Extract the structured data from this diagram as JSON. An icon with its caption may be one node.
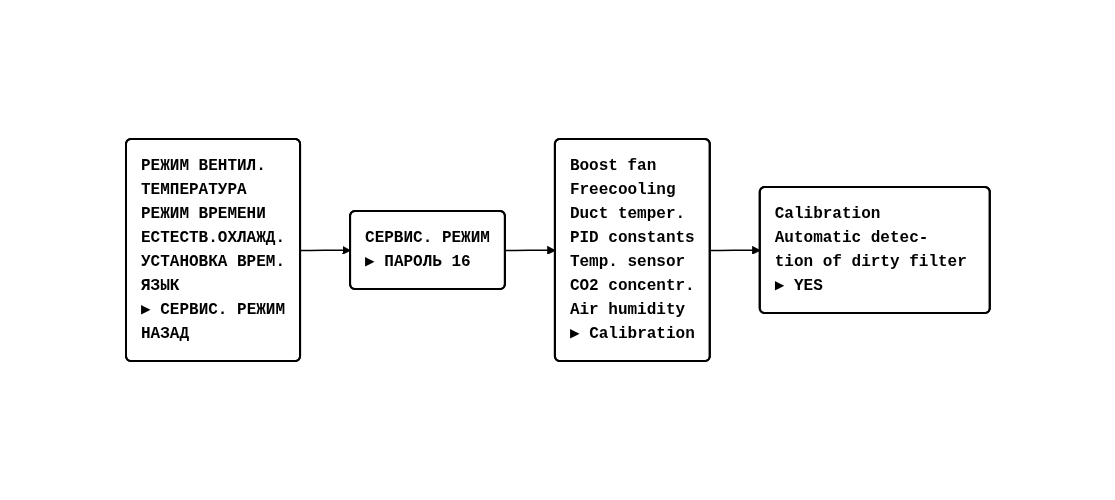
{
  "diagram": {
    "nodes": [
      {
        "text": [
          "РЕЖИМ ВЕНТИЛ.",
          "ТЕМПЕРАТУРА",
          "РЕЖИМ ВРЕМЕНИ",
          "ЕСТЕСТВ.ОХЛАЖД.",
          "УСТАНОВКА ВРЕМ.",
          "ЯЗЫК",
          "▶ СЕРВИС. РЕЖИМ",
          "НАЗАД"
        ]
      },
      {
        "text": [
          "СЕРВИС. РЕЖИМ",
          "▶ ПАРОЛЬ 16"
        ]
      },
      {
        "text": [
          "Boost fan",
          "Freecooling",
          "Duct temper.",
          "PID constants",
          "Temp. sensor",
          "CO2 concentr.",
          "Air humidity",
          "▶ Calibration"
        ]
      },
      {
        "text": [
          "Calibration",
          "Automatic detec- tion of dirty filter",
          "▶ YES"
        ]
      }
    ],
    "edges": [
      {
        "from": 0,
        "to": 1,
        "arrow": "to"
      },
      {
        "from": 1,
        "to": 2,
        "arrow": "to"
      },
      {
        "from": 2,
        "to": 3,
        "arrow": "to"
      }
    ]
  }
}
